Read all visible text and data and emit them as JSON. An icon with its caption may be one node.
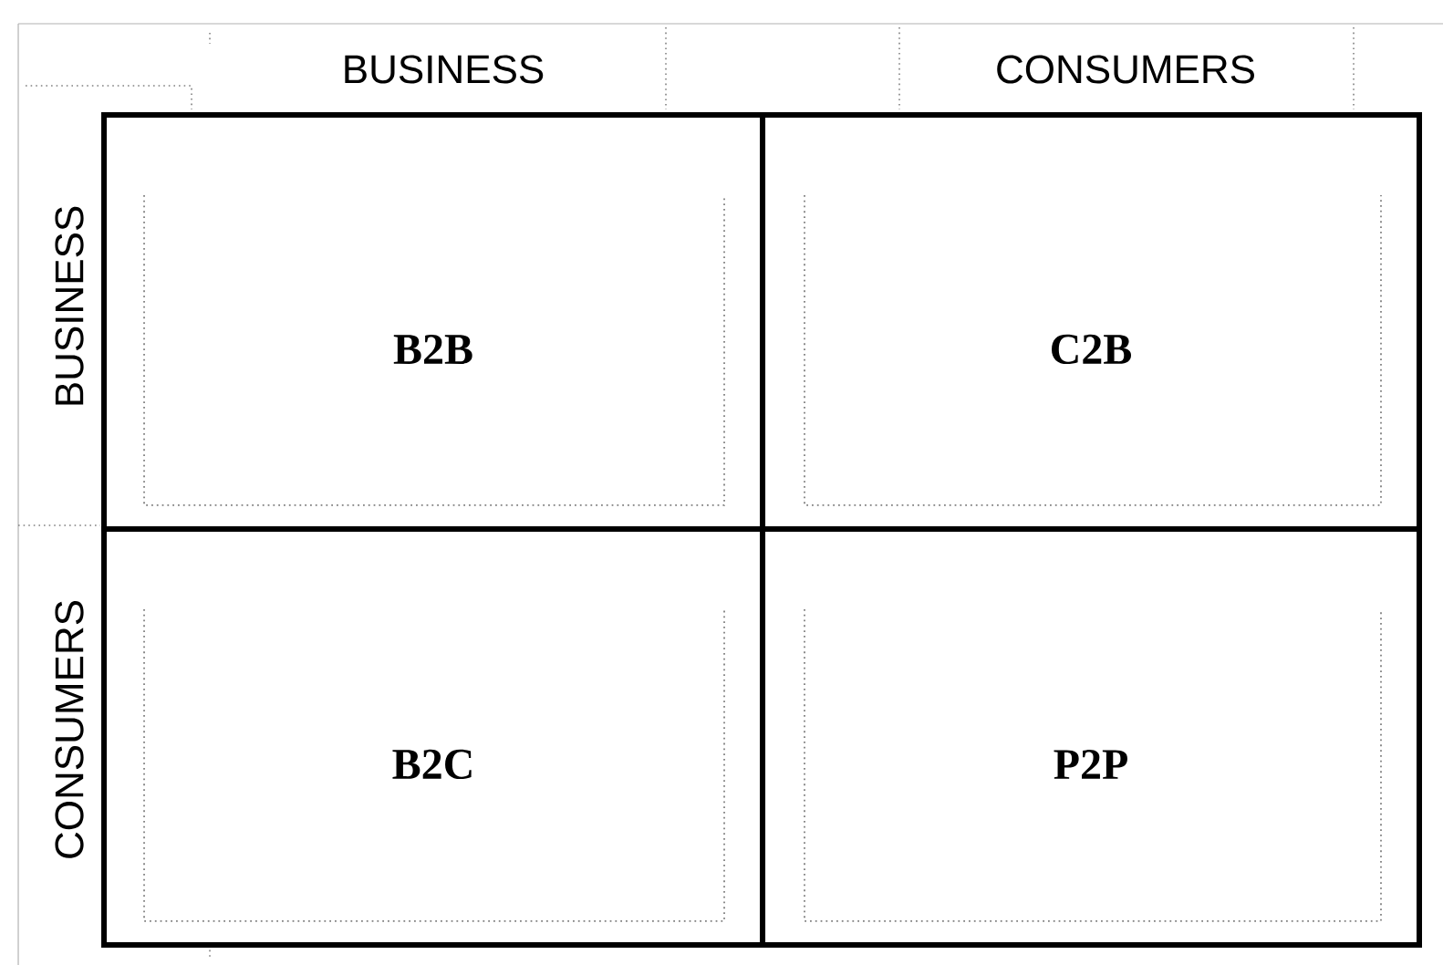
{
  "diagram": {
    "nodes": [
      {
        "text": [
          "B2B"
        ]
      },
      {
        "text": [
          "C2B"
        ]
      },
      {
        "text": [
          "B2C"
        ]
      },
      {
        "text": [
          "P2P"
        ]
      }
    ],
    "labels": [
      "BUSINESS",
      "CONSUMERS",
      "BUSINESS",
      "CONSUMERS"
    ]
  }
}
